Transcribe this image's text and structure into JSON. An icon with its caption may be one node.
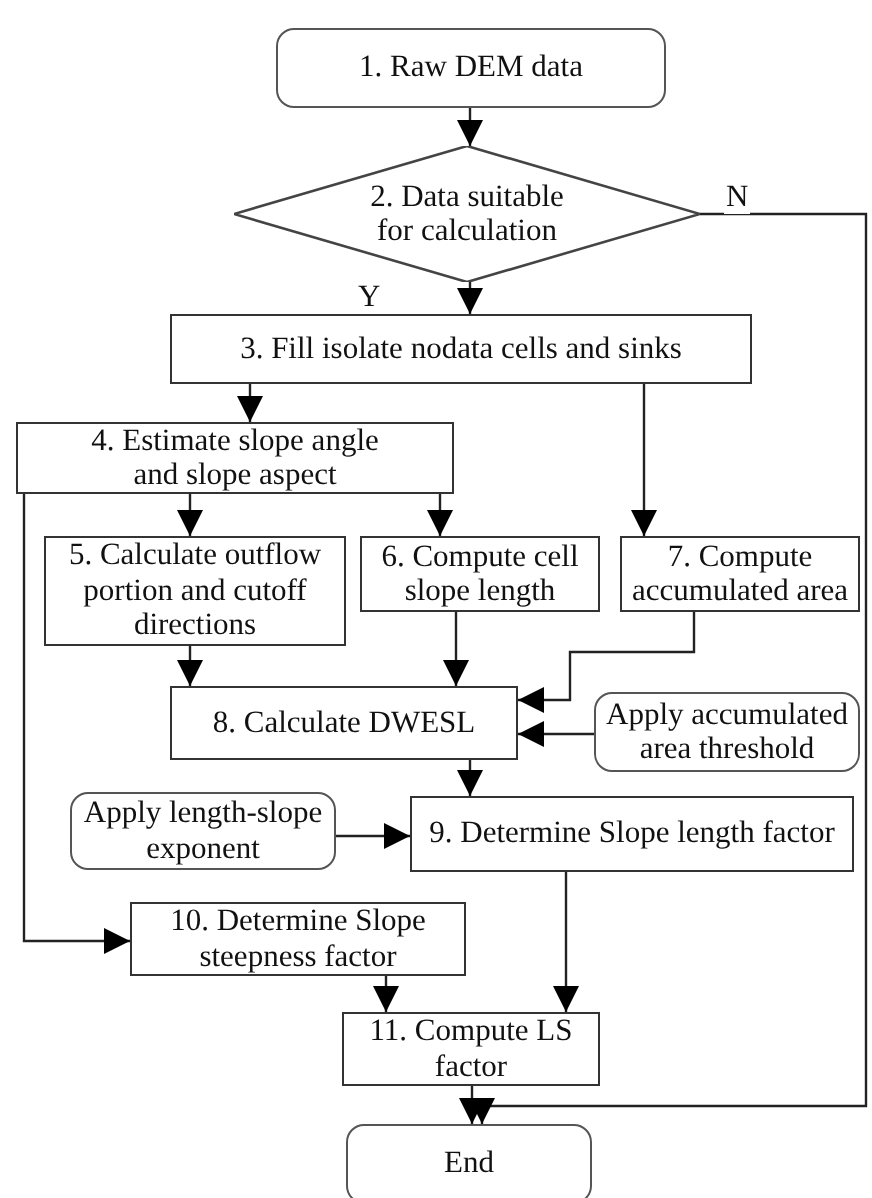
{
  "diagram": {
    "nodes": [
      {
        "text": [
          "1. Raw DEM data"
        ]
      },
      {
        "text": [
          "2. Data suitable for calculation"
        ]
      },
      {
        "text": [
          "3. Fill isolate nodata cells and sinks"
        ]
      },
      {
        "text": [
          "4. Estimate slope angle and slope aspect"
        ]
      },
      {
        "text": [
          "5. Calculate outflow portion and cutoff directions"
        ]
      },
      {
        "text": [
          "6. Compute cell slope length"
        ]
      },
      {
        "text": [
          "7. Compute accumulated area"
        ]
      },
      {
        "text": [
          "8. Calculate DWESL"
        ]
      },
      {
        "text": [
          "Apply accumulated area threshold"
        ]
      },
      {
        "text": [
          "Apply length-slope exponent"
        ]
      },
      {
        "text": [
          "9. Determine Slope length factor"
        ]
      },
      {
        "text": [
          "10. Determine Slope steepness factor"
        ]
      },
      {
        "text": [
          "11. Compute LS factor"
        ]
      },
      {
        "text": [
          "End"
        ]
      }
    ],
    "edges": [
      {
        "from": 0,
        "to": 1,
        "arrow": "to"
      },
      {
        "from": 1,
        "to": 2,
        "arrow": "to",
        "label": "Y"
      },
      {
        "from": 1,
        "to": 13,
        "arrow": "to",
        "label": "N"
      },
      {
        "from": 2,
        "to": 3,
        "arrow": "to"
      },
      {
        "from": 2,
        "to": 6,
        "arrow": "to"
      },
      {
        "from": 3,
        "to": 4,
        "arrow": "to"
      },
      {
        "from": 3,
        "to": 5,
        "arrow": "to"
      },
      {
        "from": 3,
        "to": 11,
        "arrow": "to"
      },
      {
        "from": 4,
        "to": 7,
        "arrow": "to"
      },
      {
        "from": 5,
        "to": 7,
        "arrow": "to"
      },
      {
        "from": 6,
        "to": 7,
        "arrow": "to"
      },
      {
        "from": 8,
        "to": 7,
        "arrow": "to"
      },
      {
        "from": 7,
        "to": 10,
        "arrow": "to"
      },
      {
        "from": 9,
        "to": 10,
        "arrow": "to"
      },
      {
        "from": 10,
        "to": 12,
        "arrow": "to"
      },
      {
        "from": 11,
        "to": 12,
        "arrow": "to"
      },
      {
        "from": 12,
        "to": 13,
        "arrow": "to"
      }
    ]
  }
}
